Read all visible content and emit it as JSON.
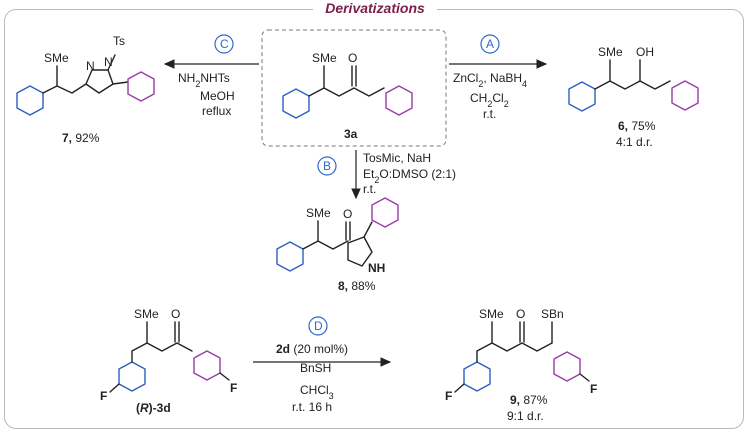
{
  "header": {
    "title": "Derivatizations"
  },
  "center": {
    "label": "3a",
    "sme": "SMe",
    "o": "O"
  },
  "reactions": {
    "A": {
      "badge": "A",
      "reagent1": "ZnCl",
      "reagent1_sub": "2",
      "reagent1_tail": ", NaBH",
      "reagent1_sub2": "4",
      "solvent": "CH",
      "solvent_sub1": "2",
      "solvent_mid": "Cl",
      "solvent_sub2": "2",
      "temp": "r.t.",
      "product": "6,",
      "yield": " 75%",
      "dr": "4:1 d.r.",
      "sme": "SMe",
      "oh": "OH"
    },
    "B": {
      "badge": "B",
      "reagent1": "TosMic, NaH",
      "solvent_a": "Et",
      "solvent_sub": "2",
      "solvent_b": "O:DMSO (2:1)",
      "temp": "r.t.",
      "product": "8,",
      "yield": " 88%",
      "sme": "SMe",
      "o": "O",
      "nh": "NH"
    },
    "C": {
      "badge": "C",
      "reagent1": "NH",
      "reagent1_sub": "2",
      "reagent1_tail": "NHTs",
      "solvent": "MeOH",
      "temp": "reflux",
      "product": "7,",
      "yield": " 92%",
      "sme": "SMe",
      "ts": "Ts",
      "n1": "N",
      "n2": "N"
    },
    "D": {
      "badge": "D",
      "catalyst": "2d",
      "catalyst_tail": " (20 mol%)",
      "reagent": "BnSH",
      "solvent": "CHCl",
      "solvent_sub": "3",
      "temp": "r.t. 16 h",
      "product": "9,",
      "yield": " 87%",
      "dr": "9:1 d.r.",
      "sme": "SMe",
      "sbn": "SBn",
      "o": "O",
      "f": "F"
    }
  },
  "substrate_d": {
    "label_open": "(",
    "label_r": "R",
    "label_close": ")-3d",
    "sme": "SMe",
    "o": "O",
    "f": "F"
  },
  "colors": {
    "title": "#7b1f4a",
    "badge": "#3366cc",
    "left_ring": "#2d5fbe",
    "right_ring": "#9a3aa8",
    "fluorine_left": "#2d5fbe",
    "fluorine_right": "#9a3aa8"
  }
}
